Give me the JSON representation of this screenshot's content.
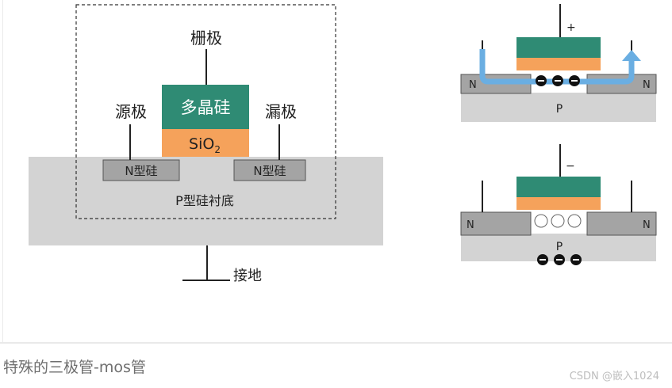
{
  "diagram": {
    "gate_label": "栅极",
    "source_label": "源极",
    "drain_label": "漏极",
    "polysilicon_label": "多晶硅",
    "oxide_label_main": "SiO",
    "oxide_label_sub": "2",
    "n_region_left": "N型硅",
    "n_region_right": "N型硅",
    "substrate_label": "P型硅衬底",
    "ground_label": "接地",
    "top_right": {
      "polarity": "+",
      "n_left": "N",
      "n_right": "N",
      "p_label": "P"
    },
    "bottom_right": {
      "polarity": "−",
      "n_left": "N",
      "n_right": "N",
      "p_label": "P"
    }
  },
  "colors": {
    "polysilicon": "#2f8b74",
    "oxide": "#f5a25b",
    "substrate": "#d3d3d3",
    "n_region": "#a4a4a4",
    "current_arrow": "#6aaee2"
  },
  "caption": "特殊的三极管-mos管",
  "watermark": "CSDN @嵌入1024"
}
